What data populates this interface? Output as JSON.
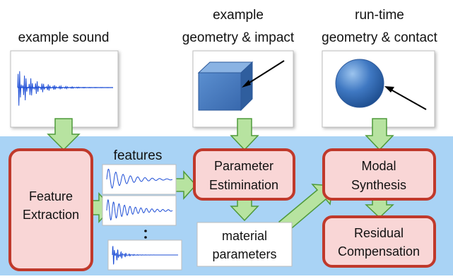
{
  "top_labels": {
    "example_sound": "example sound",
    "example_geometry_line1": "example",
    "example_geometry_line2": "geometry & impact",
    "runtime_line1": "run-time",
    "runtime_line2": "geometry & contact"
  },
  "boxes": {
    "feature_extraction": [
      "Feature",
      "Extraction"
    ],
    "parameter_estimation": [
      "Parameter",
      "Estimination"
    ],
    "material_parameters": [
      "material",
      "parameters"
    ],
    "modal_synthesis": [
      "Modal",
      "Synthesis"
    ],
    "residual_compensation": [
      "Residual",
      "Compensation"
    ]
  },
  "features_label": "features",
  "colors": {
    "panel": "#a9d3f5",
    "box_fill": "#f9d6d6",
    "box_border": "#c0392b",
    "arrow_fill": "#b7e3a0",
    "arrow_stroke": "#4f9a3a",
    "waveform": "#1f4fd6",
    "cube": "#3f78c2",
    "sphere": "#3f78c2"
  },
  "icons": [
    "waveform-icon",
    "cube-icon",
    "sphere-icon",
    "impact-arrow-icon",
    "ellipsis-icon"
  ]
}
